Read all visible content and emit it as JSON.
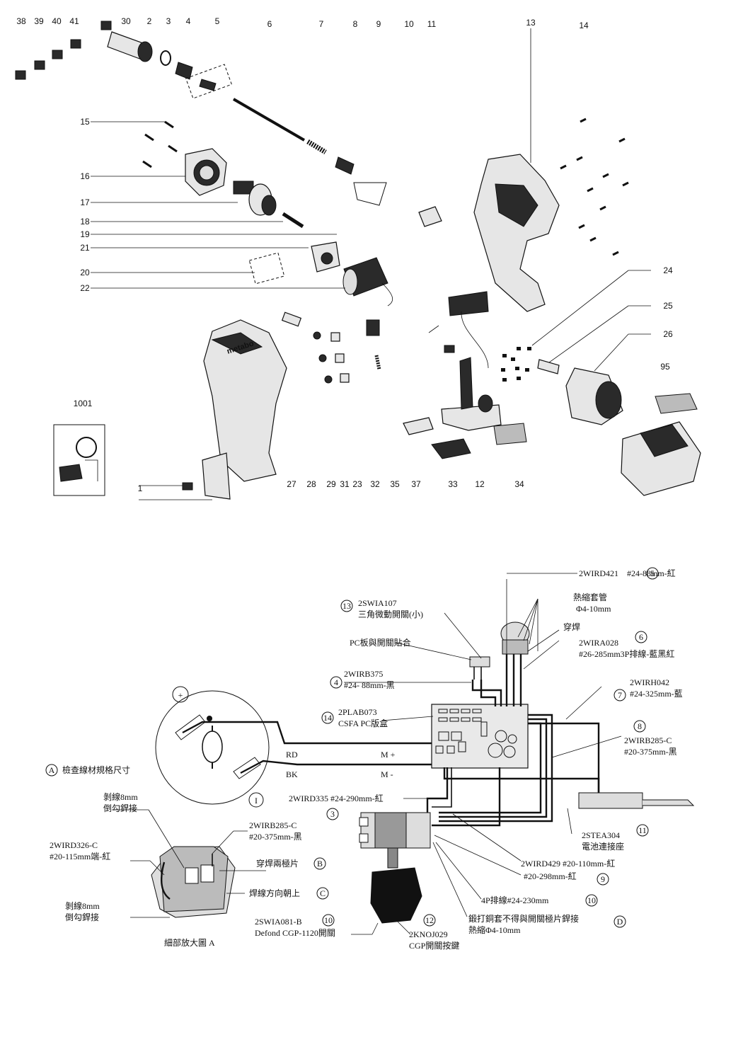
{
  "exploded_view": {
    "callouts": [
      "38",
      "39",
      "40",
      "41",
      "30",
      "2",
      "3",
      "4",
      "5",
      "6",
      "7",
      "8",
      "9",
      "10",
      "11",
      "13",
      "14",
      "15",
      "16",
      "17",
      "18",
      "19",
      "21",
      "20",
      "22",
      "24",
      "25",
      "26",
      "95",
      "1001",
      "1",
      "27",
      "28",
      "29",
      "31",
      "23",
      "32",
      "35",
      "37",
      "33",
      "12",
      "34"
    ],
    "housing_brand": "metabo"
  },
  "wiring": {
    "labels": {
      "wird421": "2WIRD421　#24-88mm-紅",
      "wird421_num": "5",
      "swia107_num": "13",
      "swia107_code": "2SWIA107",
      "swia107_name": "三角微動開關(小)",
      "heat_shrink": "熱縮套管",
      "heat_shrink_size": "Φ4-10mm",
      "through_solder": "穿焊",
      "pc_switch": "PC板與開關貼合",
      "wira028_num": "6",
      "wira028_code": "2WIRA028",
      "wira028_spec": "#26-285mm3P排線-藍黑紅",
      "wirb375_num": "4",
      "wirb375_code": "2WIRB375",
      "wirb375_spec": "#24- 88mm-黑",
      "wirh042_code": "2WIRH042",
      "wirh042_num": "7",
      "wirh042_spec": "#24-325mm-藍",
      "plab073_num": "14",
      "plab073_code": "2PLAB073",
      "plab073_name": "CSFA PC版盒",
      "wirb285c_num": "8",
      "wirb285c_code": "2WIRB285-C",
      "wirb285c_spec": "#20-375mm-黑",
      "plus": "+",
      "minus_motor": "I",
      "rd": "RD",
      "bk": "BK",
      "m_plus": "M +",
      "m_minus": "M -",
      "circle_a": "A",
      "check_wire": "檢查線材規格尺寸",
      "wird335": "2WIRD335 #24-290mm-紅",
      "wird335_num": "3",
      "strip8_1": "剝線8mm",
      "hook_solder_1": "倒勾銲接",
      "wirb285c2_code": "2WIRB285-C",
      "wirb285c2_spec": "#20-375mm-黑",
      "wird326c_code": "2WIRD326-C",
      "wird326c_spec": "#20-115mm端-紅",
      "through_two": "穿焊兩極片",
      "circle_b": "B",
      "solder_up": "焊線方向朝上",
      "circle_c": "C",
      "stea304_code": "2STEA304",
      "stea304_num": "11",
      "stea304_name": "電池連接座",
      "wird429": "2WIRD429 #20-110mm-紅",
      "wird429_2": "#20-298mm-紅",
      "wird429_num": "9",
      "p4_cable": "4P排線#24-230mm",
      "p4_num": "10",
      "strip8_2": "剝線8mm",
      "hook_solder_2": "倒勾銲接",
      "swia081_code": "2SWIA081-B",
      "swia081_num": "10",
      "swia081_name": "Defond CGP-1120開關",
      "knoj029_num": "12",
      "knoj029_code": "2KNOJ029",
      "knoj029_name": "CGP開關按鍵",
      "forged": "鍛打銅套不得與開關極片銲接",
      "forged2": "熱縮Φ4-10mm",
      "circle_d": "D",
      "detail_a": "細部放大圖 A"
    }
  }
}
